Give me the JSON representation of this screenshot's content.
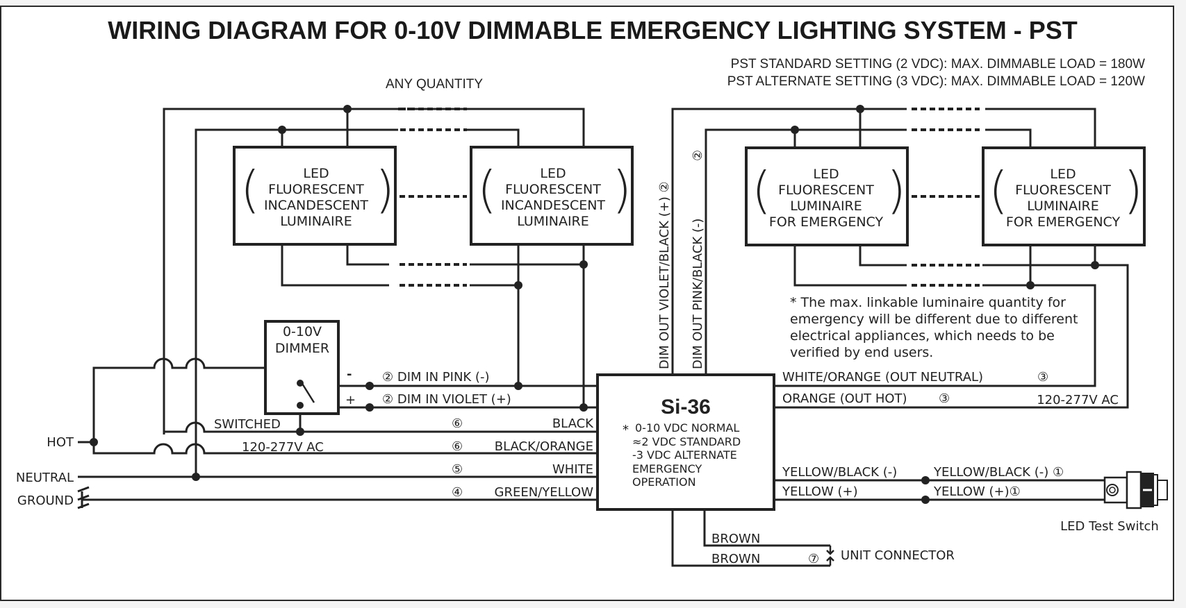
{
  "title": "WIRING DIAGRAM FOR 0-10V DIMMABLE EMERGENCY LIGHTING SYSTEM - PST",
  "settings": {
    "standard": "PST STANDARD SETTING (2 VDC): MAX. DIMMABLE LOAD = 180W",
    "alternate": "PST ALTERNATE SETTING (3 VDC): MAX. DIMMABLE LOAD = 120W"
  },
  "any_quantity": "ANY QUANTITY",
  "left_luminaires": [
    {
      "lines": [
        "LED",
        "FLUORESCENT",
        "INCANDESCENT",
        "LUMINAIRE"
      ]
    },
    {
      "lines": [
        "LED",
        "FLUORESCENT",
        "INCANDESCENT",
        "LUMINAIRE"
      ]
    }
  ],
  "right_luminaires": [
    {
      "lines": [
        "LED",
        "FLUORESCENT",
        "LUMINAIRE",
        "FOR EMERGENCY"
      ]
    },
    {
      "lines": [
        "LED",
        "FLUORESCENT",
        "LUMINAIRE",
        "FOR EMERGENCY"
      ]
    }
  ],
  "dimmer": {
    "line1": "0-10V",
    "line2": "DIMMER",
    "minus": "-",
    "plus": "+"
  },
  "dim_in": {
    "pink": "② DIM IN PINK (-)",
    "violet": "② DIM IN VIOLET (+)"
  },
  "dim_out": {
    "violet": "DIM OUT VIOLET/BLACK (+) ②",
    "pink": "DIM OUT PINK/BLACK (-)",
    "pink_num": "②"
  },
  "supply": {
    "hot": "HOT",
    "neutral": "NEUTRAL",
    "ground": "GROUND",
    "switched": "SWITCHED",
    "voltage": "120-277V AC"
  },
  "input_wires": [
    {
      "num": "⑥",
      "label": "BLACK"
    },
    {
      "num": "⑥",
      "label": "BLACK/ORANGE"
    },
    {
      "num": "⑤",
      "label": "WHITE"
    },
    {
      "num": "④",
      "label": "GREEN/YELLOW"
    }
  ],
  "unit": {
    "name": "Si-36",
    "star": "*",
    "notes": [
      "0-10 VDC NORMAL",
      "≈2 VDC STANDARD",
      "-3 VDC ALTERNATE",
      "EMERGENCY",
      "OPERATION"
    ]
  },
  "output_wires": {
    "neutral": "WHITE/ORANGE (OUT NEUTRAL)",
    "neutral_num": "③",
    "hot": "ORANGE (OUT HOT)",
    "hot_num": "③",
    "voltage": "120-277V AC"
  },
  "footnote": [
    "* The max. linkable luminaire quantity for",
    "emergency will be different due to different",
    "electrical appliances, which needs to be",
    "verified by end users."
  ],
  "test_switch": {
    "yb_left": "YELLOW/BLACK (-)",
    "yb_right": "YELLOW/BLACK (-) ①",
    "y_left": "YELLOW (+)",
    "y_right": "YELLOW (+)①",
    "label": "LED Test Switch"
  },
  "connector": {
    "brown1": "BROWN",
    "brown2": "BROWN",
    "num": "⑦",
    "label": "UNIT CONNECTOR"
  }
}
